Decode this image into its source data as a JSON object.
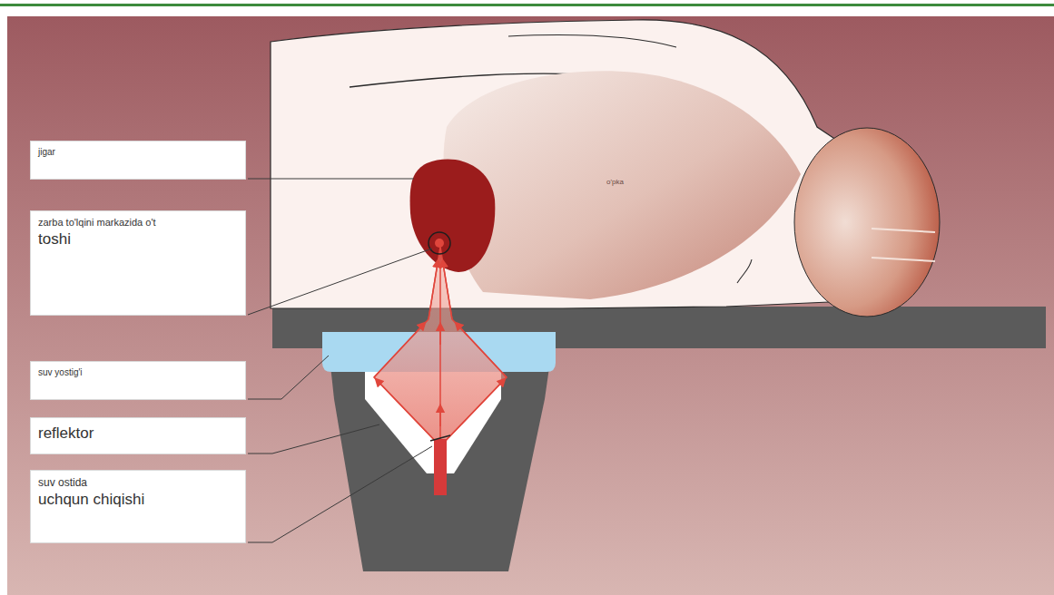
{
  "diagram": {
    "nodes": [
      {
        "text": [
          "jigar"
        ]
      },
      {
        "text": [
          "zarba to'lqini markazida o't",
          "toshi"
        ]
      },
      {
        "text": [
          "suv yostig'i"
        ]
      },
      {
        "text": [
          "reflektor"
        ]
      },
      {
        "text": [
          "suv ostida",
          "uchqun chiqishi"
        ]
      }
    ],
    "labels": [
      "o'pka"
    ]
  }
}
